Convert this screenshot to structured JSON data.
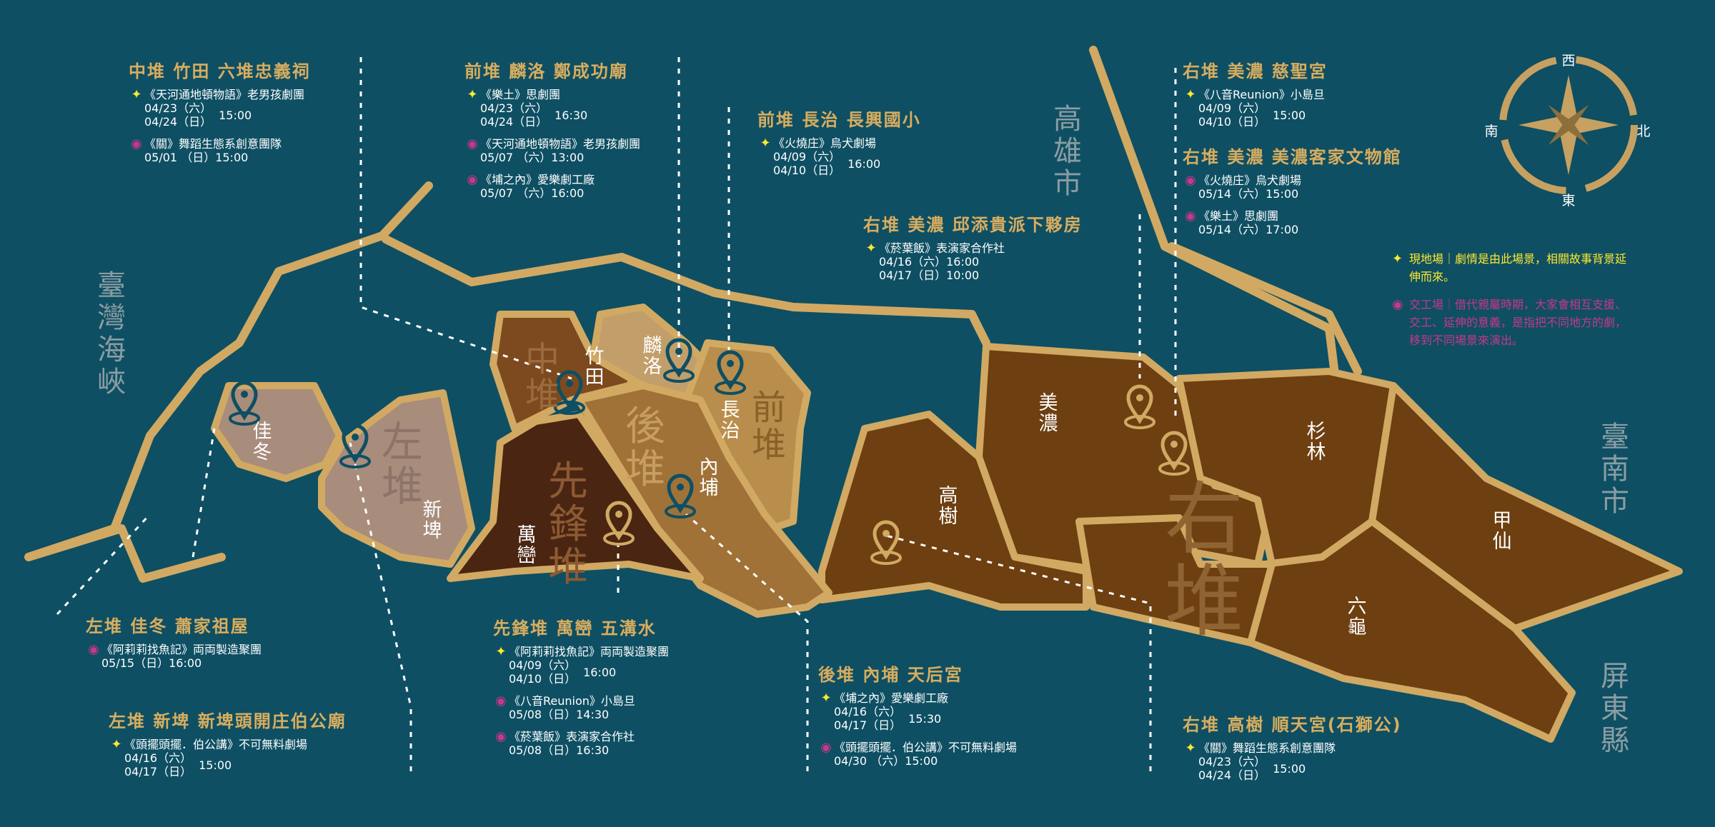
{
  "outside_labels": [
    {
      "text": "臺\n灣\n海\n峽"
    },
    {
      "text": "高\n雄\n市"
    },
    {
      "text": "臺\n南\n市"
    },
    {
      "text": "屏\n東\n縣"
    }
  ],
  "compass": {
    "west": "西",
    "north": "北",
    "south": "南",
    "east": "東"
  },
  "regions": {
    "zuodui": "左\n堆",
    "zhongdui": "中\n堆",
    "qiandui": "前\n堆",
    "houdui": "後\n堆",
    "xianfeng": "先\n鋒\n堆",
    "youdui": "右\n堆"
  },
  "towns": {
    "jiadong": "佳\n冬",
    "xinpi": "新\n埤",
    "zhutian": "竹\n田",
    "linluo": "麟\n洛",
    "changzhi": "長\n治",
    "neipu": "內\n埔",
    "wanluan": "萬\n巒",
    "meinong": "美\n濃",
    "gaoshu": "高\n樹",
    "shanlin": "杉\n林",
    "jiaxian": "甲\n仙",
    "liugui": "六\n龜"
  },
  "legend": {
    "onsite": "現地場｜劇情是由此場景，相關故事背景延伸而來。",
    "exchange": "交工場｜借代親屬時期，大家會相互支援、交工、延伸的意義，是指把不同地方的劇，移到不同場景來演出。"
  },
  "annotations": [
    {
      "title": "中堆 竹田 六堆忠義祠",
      "events": [
        {
          "mark": "star",
          "show": "《天河通地頓物語》老男孩劇團",
          "dates": [
            "04/23（六）",
            "04/24（日）"
          ],
          "time": "15:00"
        },
        {
          "mark": "circ",
          "show": "《關》舞蹈生態系創意團隊",
          "dates": [
            "05/01 （日）15:00"
          ],
          "time": ""
        }
      ]
    },
    {
      "title": "前堆 麟洛 鄭成功廟",
      "events": [
        {
          "mark": "star",
          "show": "《樂土》思劇團",
          "dates": [
            "04/23（六）",
            "04/24（日）"
          ],
          "time": "16:30"
        },
        {
          "mark": "circ",
          "show": "《天河通地頓物語》老男孩劇團",
          "dates": [
            "05/07 （六）13:00"
          ],
          "time": ""
        },
        {
          "mark": "circ",
          "show": "《埔之內》愛樂劇工廠",
          "dates": [
            "05/07 （六）16:00"
          ],
          "time": ""
        }
      ]
    },
    {
      "title": "前堆 長治 長興國小",
      "events": [
        {
          "mark": "star",
          "show": "《火燒庄》烏犬劇場",
          "dates": [
            "04/09（六）",
            "04/10（日）"
          ],
          "time": "16:00"
        }
      ]
    },
    {
      "title": "右堆 美濃 邱添貴派下夥房",
      "events": [
        {
          "mark": "star",
          "show": "《菸葉飯》表演家合作社",
          "dates": [
            "04/16（六）16:00",
            "04/17（日）10:00"
          ],
          "time": ""
        }
      ]
    },
    {
      "title": "右堆 美濃 慈聖宮",
      "events": [
        {
          "mark": "star",
          "show": "《八音Reunion》小島旦",
          "dates": [
            "04/09（六）",
            "04/10（日）"
          ],
          "time": "15:00"
        }
      ]
    },
    {
      "title": "右堆 美濃 美濃客家文物館",
      "events": [
        {
          "mark": "circ",
          "show": "《火燒庄》烏犬劇場",
          "dates": [
            "05/14（六）15:00"
          ],
          "time": ""
        },
        {
          "mark": "circ",
          "show": "《樂土》思劇團",
          "dates": [
            "05/14（六）17:00"
          ],
          "time": ""
        }
      ]
    },
    {
      "title": "左堆 佳冬 蕭家祖屋",
      "events": [
        {
          "mark": "circ",
          "show": "《阿莉莉找魚記》両両製造聚團",
          "dates": [
            "05/15（日）16:00"
          ],
          "time": ""
        }
      ]
    },
    {
      "title": "左堆 新埤 新埤頭開庄伯公廟",
      "events": [
        {
          "mark": "star",
          "show": "《頭擺頭擺．伯公講》不可無料劇場",
          "dates": [
            "04/16（六）",
            "04/17（日）"
          ],
          "time": "15:00"
        }
      ]
    },
    {
      "title": "先鋒堆 萬巒 五溝水",
      "events": [
        {
          "mark": "star",
          "show": "《阿莉莉找魚記》両両製造聚團",
          "dates": [
            "04/09（六）",
            "04/10（日）"
          ],
          "time": "16:00"
        },
        {
          "mark": "circ",
          "show": "《八音Reunion》小島旦",
          "dates": [
            "05/08（日）14:30"
          ],
          "time": ""
        },
        {
          "mark": "circ",
          "show": "《菸葉飯》表演家合作社",
          "dates": [
            "05/08（日）16:30"
          ],
          "time": ""
        }
      ]
    },
    {
      "title": "後堆 內埔 天后宮",
      "events": [
        {
          "mark": "star",
          "show": "《埔之內》愛樂劇工廠",
          "dates": [
            "04/16（六）",
            "04/17（日）"
          ],
          "time": "15:30"
        },
        {
          "mark": "circ",
          "show": "《頭擺頭擺．伯公講》不可無料劇場",
          "dates": [
            "04/30 （六）15:00"
          ],
          "time": ""
        }
      ]
    },
    {
      "title": "右堆 高樹 順天宮(石獅公)",
      "events": [
        {
          "mark": "star",
          "show": "《關》舞蹈生態系創意團隊",
          "dates": [
            "04/23（六）",
            "04/24（日）"
          ],
          "time": "15:00"
        }
      ]
    }
  ],
  "colors": {
    "background": "#0e4f63",
    "border": "#d1a963",
    "title": "#d8ad5f",
    "zuodui": "#a88c7c",
    "zhongdui": "#7d4a1f",
    "qiandui": "#b98d4b",
    "houdui": "#a07238",
    "xianfeng": "#4a2512",
    "youdui": "#6e3f10"
  }
}
